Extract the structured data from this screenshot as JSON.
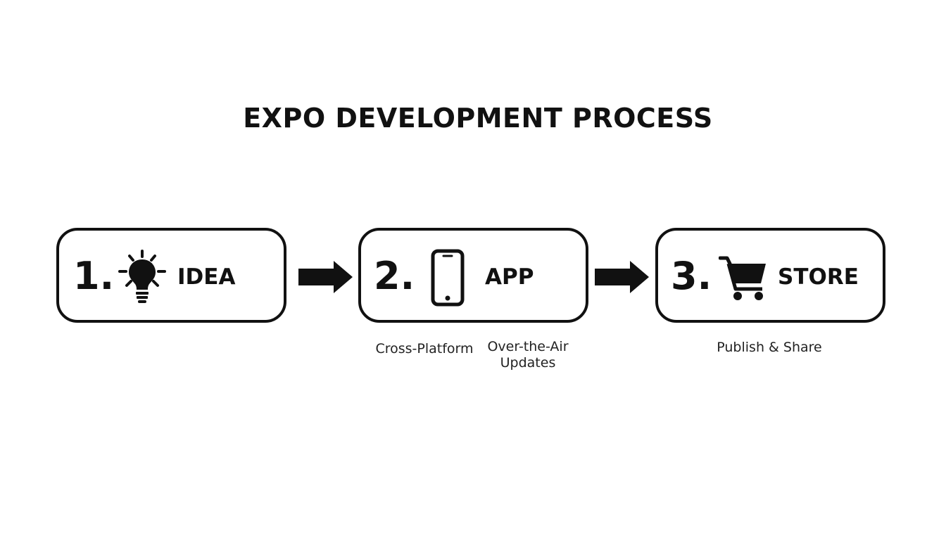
{
  "title": "EXPO DEVELOPMENT PROCESS",
  "steps": [
    {
      "number": "1.",
      "label": "IDEA",
      "icon": "lightbulb-icon"
    },
    {
      "number": "2.",
      "label": "APP",
      "icon": "smartphone-icon"
    },
    {
      "number": "3.",
      "label": "STORE",
      "icon": "shopping-cart-icon"
    }
  ],
  "captions": {
    "cross_platform": "Cross-Platform",
    "over_the_air": "Over-the-Air Updates",
    "publish_share": "Publish & Share"
  },
  "colors": {
    "ink": "#111111",
    "background": "#ffffff"
  }
}
